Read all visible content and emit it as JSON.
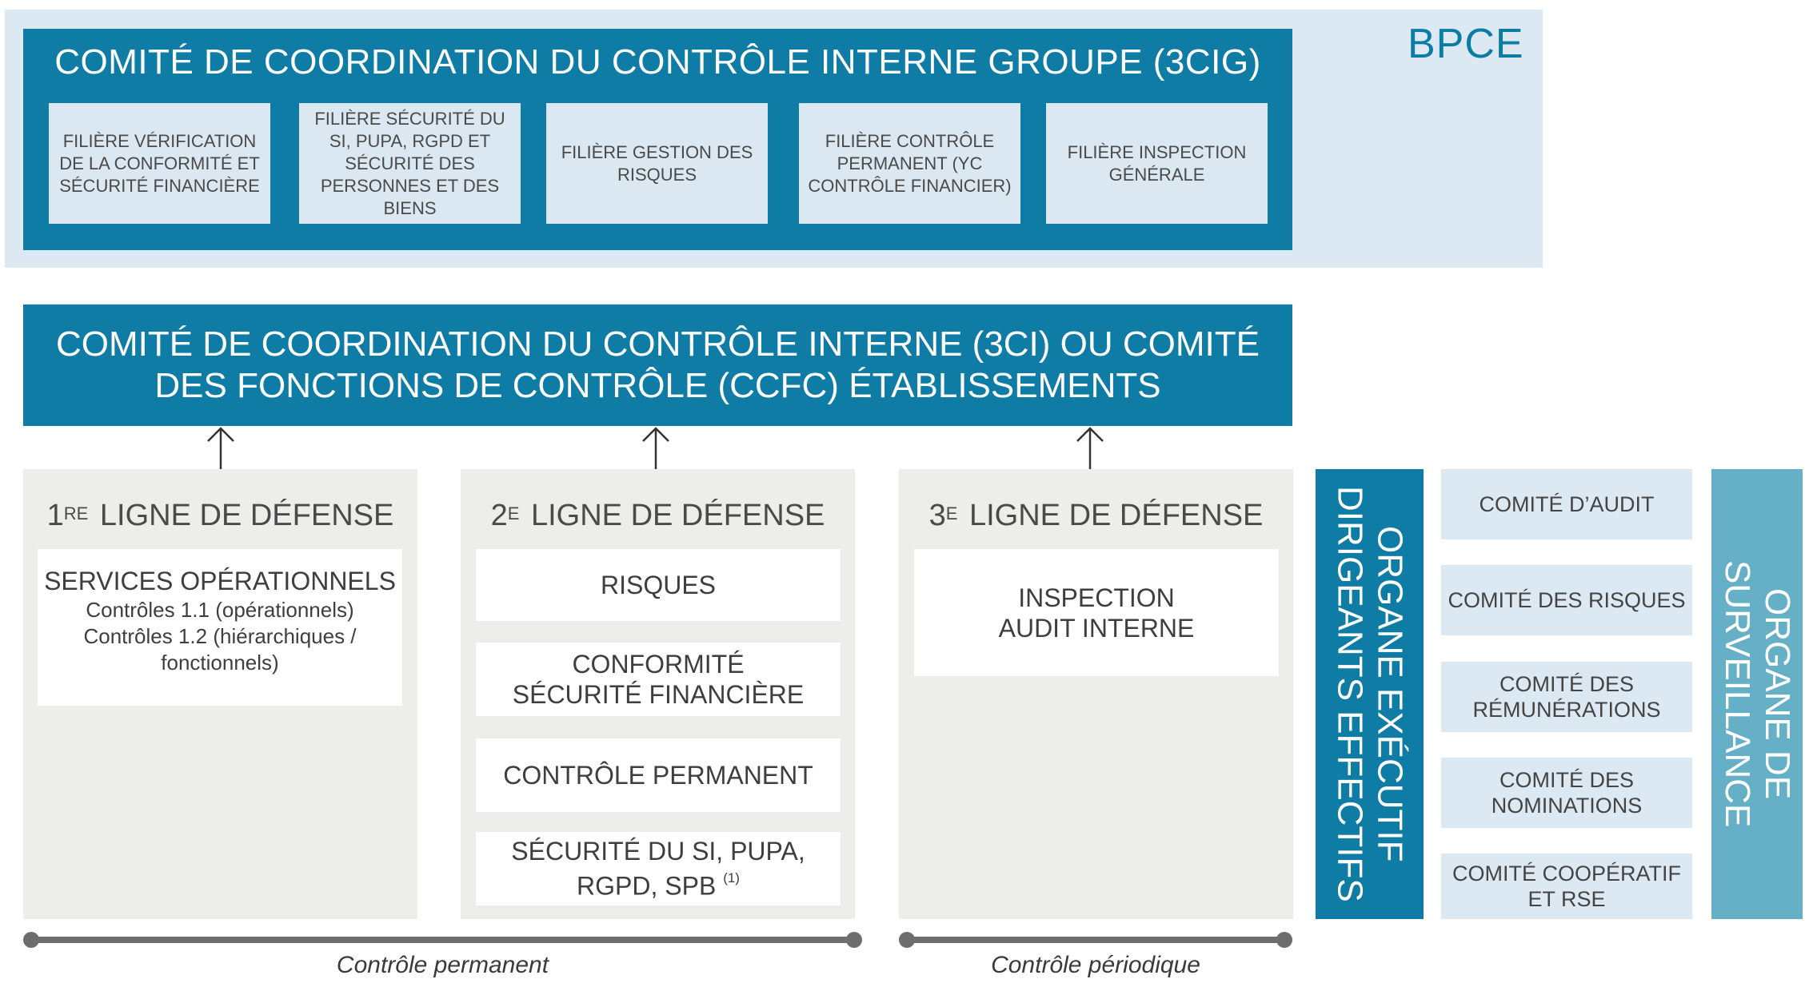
{
  "bpce_label": "BPCE",
  "group_committee": {
    "title": "COMITÉ DE COORDINATION DU CONTRÔLE INTERNE GROUPE (3CIG)",
    "filieres": [
      "FILIÈRE VÉRIFICATION DE LA CONFORMITÉ ET SÉCURITÉ FINANCIÈRE",
      "FILIÈRE SÉCURITÉ DU SI, PUPA, RGPD ET SÉCURITÉ DES PERSONNES ET DES BIENS",
      "FILIÈRE GESTION DES RISQUES",
      "FILIÈRE CONTRÔLE PERMANENT (YC CONTRÔLE FINANCIER)",
      "FILIÈRE INSPECTION GÉNÉRALE"
    ]
  },
  "establishment_committee": {
    "line1": "COMITÉ DE COORDINATION DU CONTRÔLE INTERNE (3CI) OU COMITÉ",
    "line2": "DES FONCTIONS DE CONTRÔLE (CCFC) ÉTABLISSEMENTS"
  },
  "lines": [
    {
      "num": "1",
      "sup": "RE",
      "title": "LIGNE DE DÉFENSE",
      "service_title": "SERVICES OPÉRATIONNELS",
      "service_details": [
        "Contrôles 1.1 (opérationnels)",
        "Contrôles 1.2 (hiérarchiques /",
        "fonctionnels)"
      ]
    },
    {
      "num": "2",
      "sup": "E",
      "title": "LIGNE DE DÉFENSE",
      "boxes": [
        "RISQUES",
        "CONFORMITÉ",
        "SÉCURITÉ FINANCIÈRE",
        "CONTRÔLE PERMANENT",
        "SÉCURITÉ DU SI, PUPA,",
        "RGPD, SPB",
        "(1)"
      ]
    },
    {
      "num": "3",
      "sup": "E",
      "title": "LIGNE DE DÉFENSE",
      "boxes": [
        "INSPECTION",
        "AUDIT INTERNE"
      ]
    }
  ],
  "executive_organ": {
    "line1": "ORGANE EXÉCUTIF",
    "line2": "DIRIGEANTS EFFECTIFS"
  },
  "committees": [
    "COMITÉ D’AUDIT",
    "COMITÉ DES RISQUES",
    "COMITÉ DES RÉMUNÉRATIONS",
    "COMITÉ DES NOMINATIONS",
    "COMITÉ COOPÉRATIF ET RSE"
  ],
  "supervisory_organ": {
    "line1": "ORGANE DE",
    "line2": "SURVEILLANCE"
  },
  "timelines": {
    "permanent": "Contrôle permanent",
    "periodic": "Contrôle périodique"
  },
  "colors": {
    "dark_blue": "#0f7ca5",
    "light_blue": "#dde9f2",
    "mid_blue": "#66b0c7",
    "grey": "#ededec"
  }
}
